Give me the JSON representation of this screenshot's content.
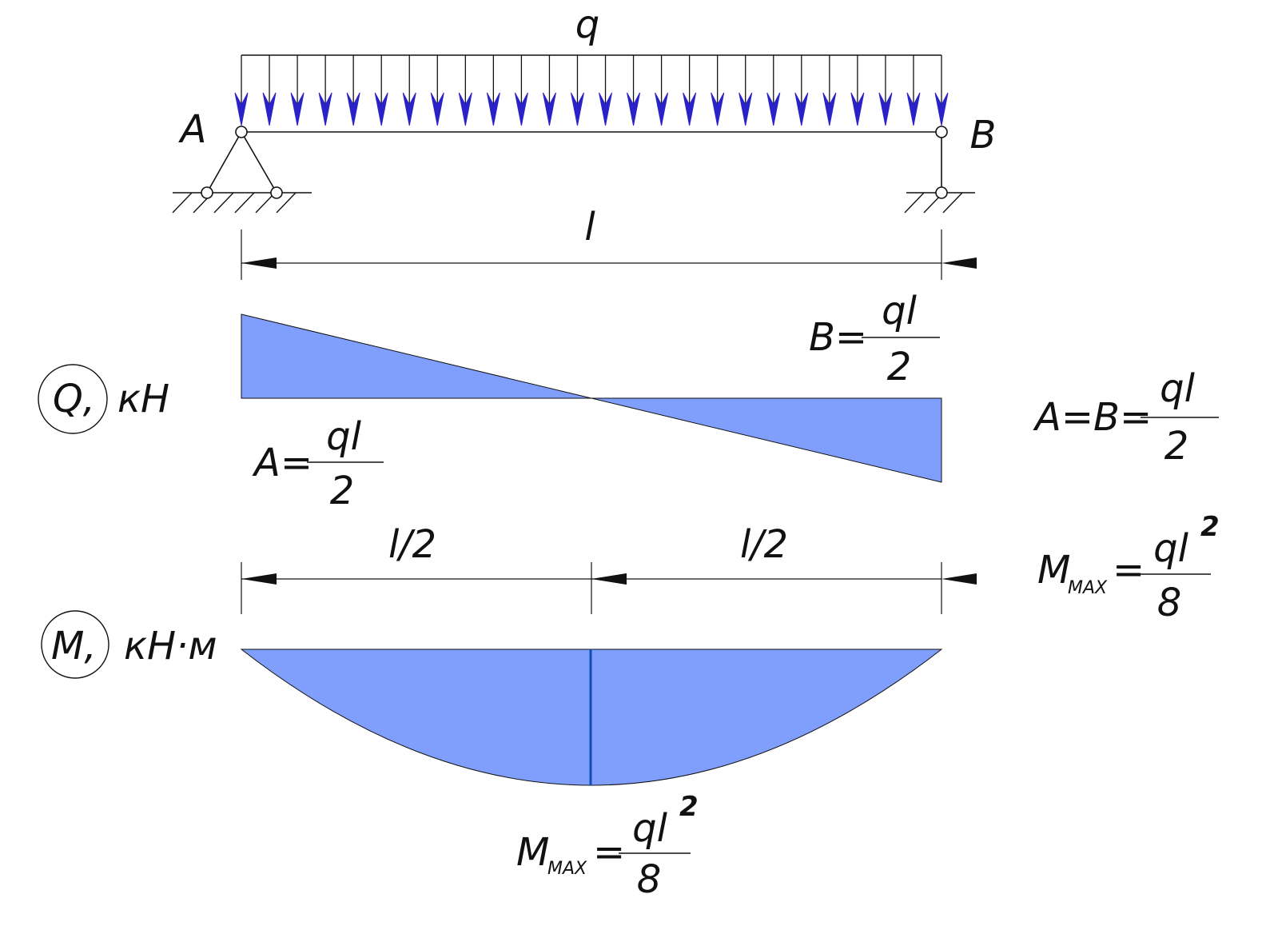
{
  "colors": {
    "fill": "#809ffd",
    "load_arrow": "#2a22c9",
    "mmax_line": "#0b4fb6",
    "ink": "#111111"
  },
  "labels": {
    "load": "q",
    "support_a": "A",
    "support_b": "B",
    "span": "l",
    "half_span_left": "l/2",
    "half_span_right": "l/2",
    "shear_symbol": "Q,",
    "shear_unit": "кН",
    "moment_symbol": "M,",
    "moment_unit": "кН·м"
  },
  "formulas": {
    "reaction_b": {
      "lhs": "B=",
      "num": "ql",
      "den": "2"
    },
    "reaction_a": {
      "lhs": "A=",
      "num": "ql",
      "den": "2"
    },
    "reactions": {
      "lhs": "A=B=",
      "num": "ql",
      "den": "2"
    },
    "mmax_side": {
      "m": "M",
      "sub": "MAX",
      "eq": "=",
      "num": "ql",
      "pow": "2",
      "den": "8"
    },
    "mmax_bottom": {
      "m": "M",
      "sub": "MAX",
      "eq": "=",
      "num": "ql",
      "pow": "2",
      "den": "8"
    }
  },
  "icons": {
    "pin_support": "pinned-support-icon",
    "roller_support": "roller-support-icon",
    "load_arrows": "distributed-load-icon"
  }
}
